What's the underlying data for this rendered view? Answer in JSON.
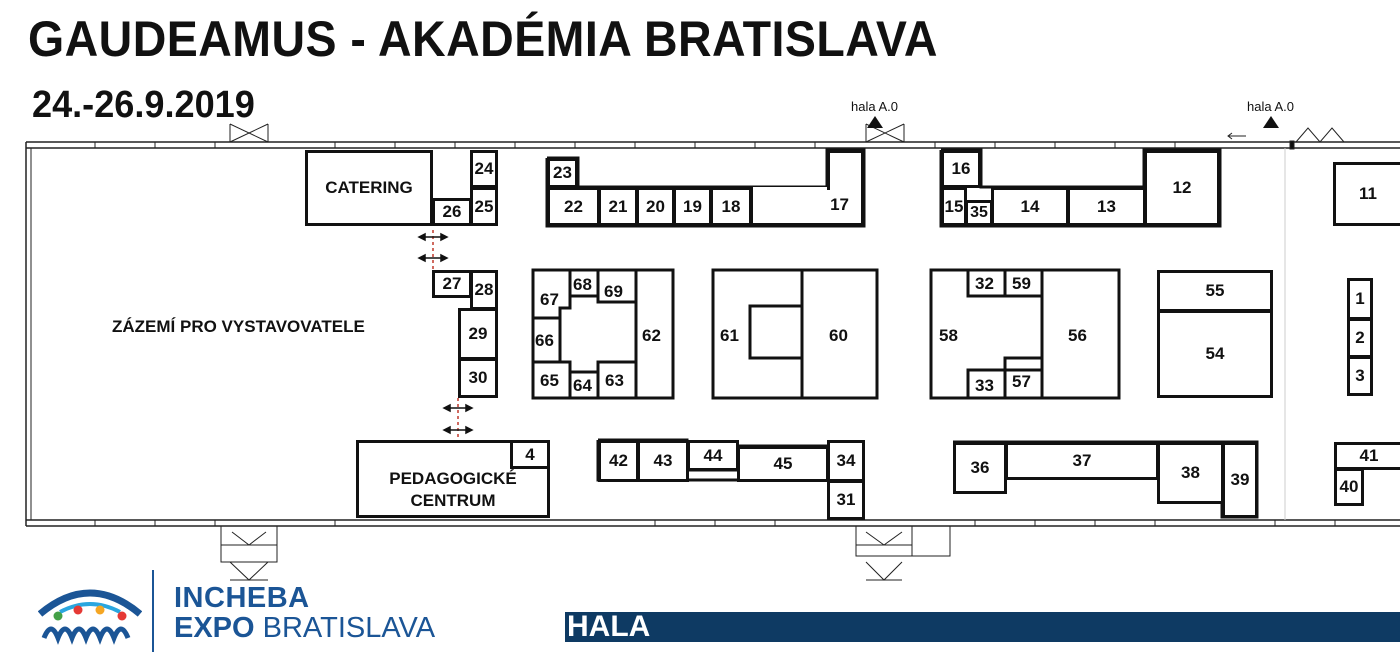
{
  "header": {
    "title": "GAUDEAMUS - AKADÉMIA BRATISLAVA",
    "dates": "24.-26.9.2019"
  },
  "entrances": [
    {
      "label": "hala A.0"
    },
    {
      "label": "hala A.0"
    }
  ],
  "areas": {
    "catering": "CATERING",
    "exhibitor_backstage": "ZÁZEMÍ PRO VYSTAVOVATELE",
    "pedagogical_center_line1": "PEDAGOGICKÉ",
    "pedagogical_center_line2": "CENTRUM"
  },
  "booths": {
    "b1": "1",
    "b2": "2",
    "b3": "3",
    "b4": "4",
    "b11": "11",
    "b12": "12",
    "b13": "13",
    "b14": "14",
    "b15": "15",
    "b16": "16",
    "b17": "17",
    "b18": "18",
    "b19": "19",
    "b20": "20",
    "b21": "21",
    "b22": "22",
    "b23": "23",
    "b24": "24",
    "b25": "25",
    "b26": "26",
    "b27": "27",
    "b28": "28",
    "b29": "29",
    "b30": "30",
    "b31": "31",
    "b32": "32",
    "b33": "33",
    "b34": "34",
    "b35": "35",
    "b36": "36",
    "b37": "37",
    "b38": "38",
    "b39": "39",
    "b40": "40",
    "b41": "41",
    "b42": "42",
    "b43": "43",
    "b44": "44",
    "b45": "45",
    "b54": "54",
    "b55": "55",
    "b56": "56",
    "b57": "57",
    "b58": "58",
    "b59": "59",
    "b60": "60",
    "b61": "61",
    "b62": "62",
    "b63": "63",
    "b64": "64",
    "b65": "65",
    "b66": "66",
    "b67": "67",
    "b68": "68",
    "b69": "69"
  },
  "footer": {
    "logo_line1": "INCHEBA",
    "logo_line2_bold": "EXPO",
    "logo_line2_regular": " BRATISLAVA",
    "hall_label": "HALA",
    "logo_colors": [
      "#1b5596",
      "#2aa6df",
      "#e53935",
      "#f5a623",
      "#43a047"
    ]
  }
}
